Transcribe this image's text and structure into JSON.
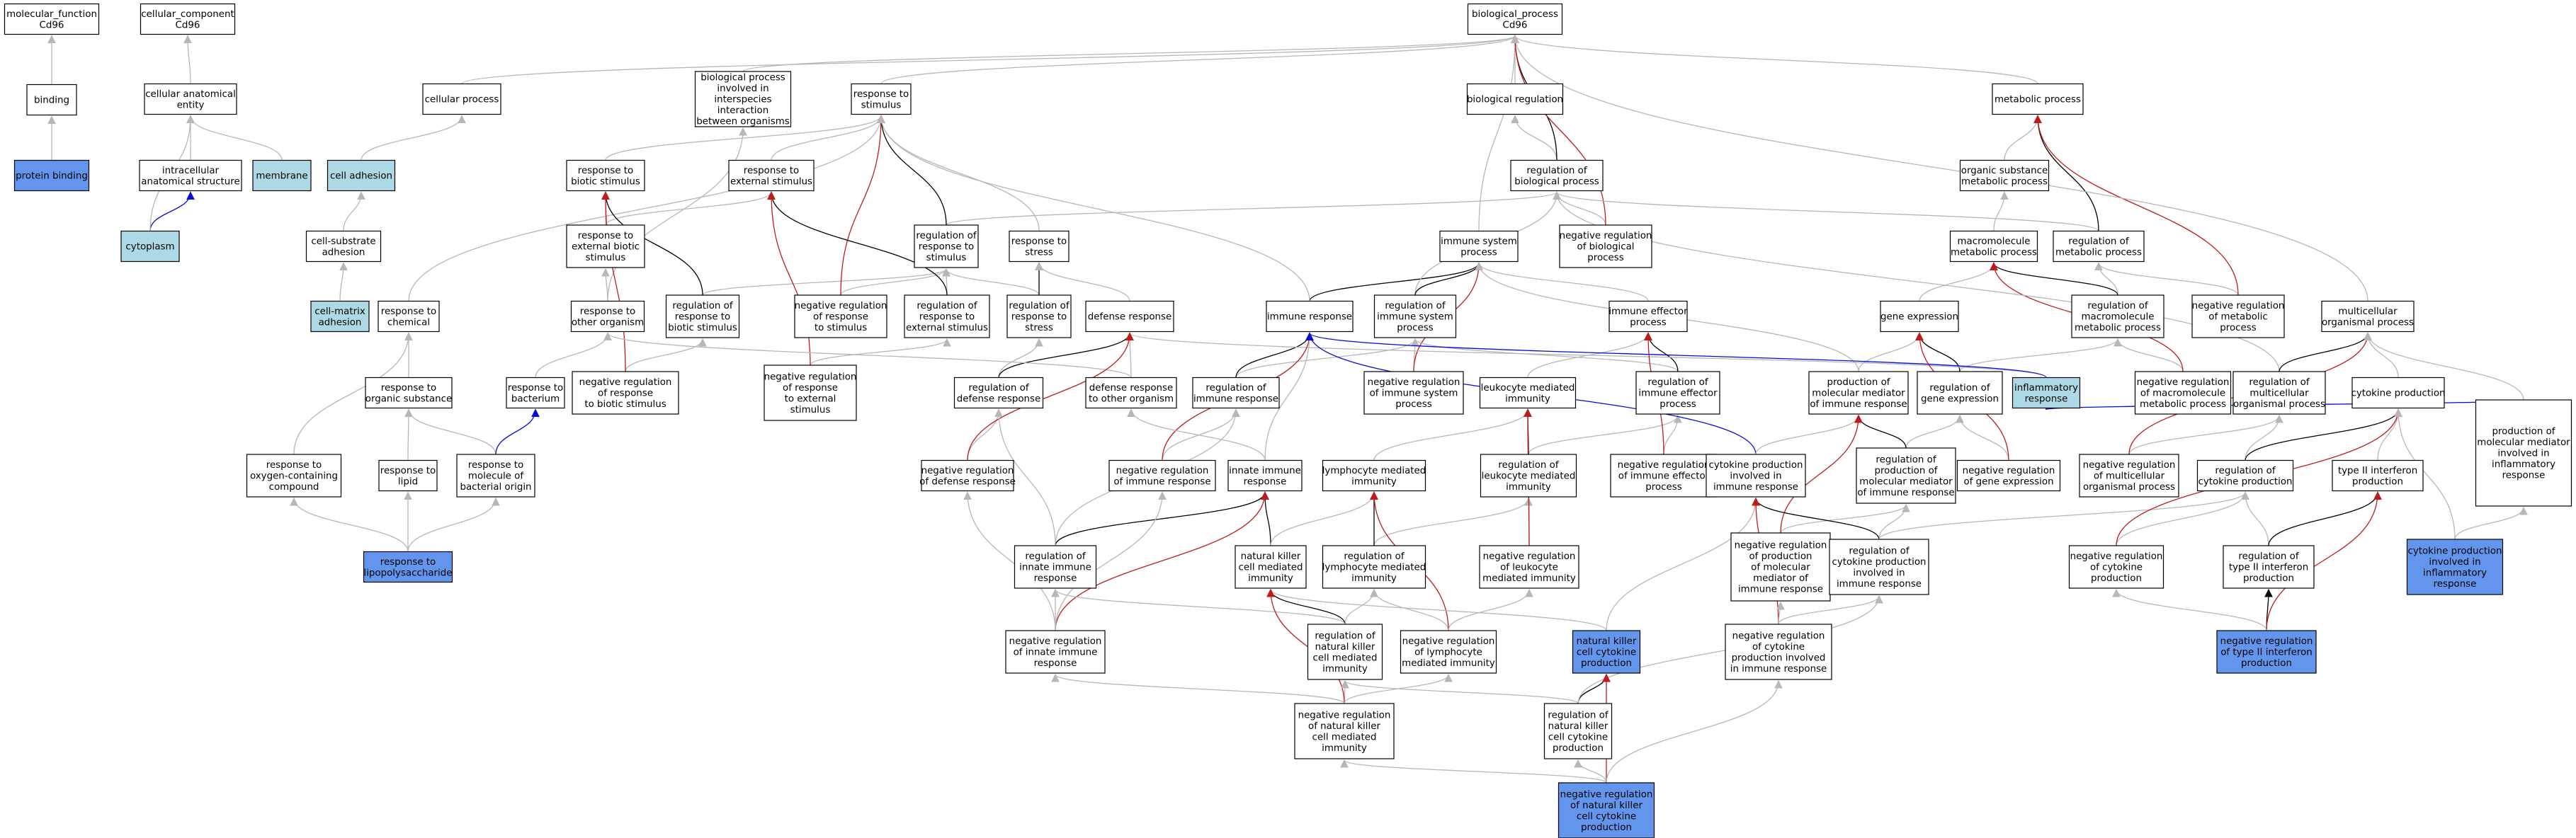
{
  "colors": {
    "node_default": "#ffffff",
    "node_highlight": "#6495ed",
    "node_light": "#add8e6",
    "edge_is_a": "#b7b7b7",
    "edge_part_of": "#000000",
    "edge_negative": "#c21a1a",
    "edge_positive": "#0a0ad6"
  },
  "nodes": {
    "molecular_function": {
      "lines": [
        "molecular_function",
        "Cd96"
      ],
      "style": "default"
    },
    "cellular_component": {
      "lines": [
        "cellular_component",
        "Cd96"
      ],
      "style": "default"
    },
    "binding": {
      "lines": [
        "binding"
      ],
      "style": "default"
    },
    "protein_binding": {
      "lines": [
        "protein binding"
      ],
      "style": "highlight"
    },
    "cellular_anatomical_entity": {
      "lines": [
        "cellular anatomical",
        "entity"
      ],
      "style": "default"
    },
    "intracellular_anatomical_structure": {
      "lines": [
        "intracellular",
        "anatomical structure"
      ],
      "style": "default"
    },
    "membrane": {
      "lines": [
        "membrane"
      ],
      "style": "light"
    },
    "cytoplasm": {
      "lines": [
        "cytoplasm"
      ],
      "style": "light"
    },
    "biological_process": {
      "lines": [
        "biological_process",
        "Cd96"
      ],
      "style": "default"
    },
    "cellular_process": {
      "lines": [
        "cellular process"
      ],
      "style": "default"
    },
    "cell_adhesion": {
      "lines": [
        "cell adhesion"
      ],
      "style": "light"
    },
    "cell_substrate_adhesion": {
      "lines": [
        "cell-substrate",
        "adhesion"
      ],
      "style": "default"
    },
    "cell_matrix_adhesion": {
      "lines": [
        "cell-matrix",
        "adhesion"
      ],
      "style": "light"
    },
    "bp_interspecies": {
      "lines": [
        "biological process",
        "involved in",
        "interspecies",
        "interaction",
        "between organisms"
      ],
      "style": "default"
    },
    "response_to_stimulus": {
      "lines": [
        "response to",
        "stimulus"
      ],
      "style": "default"
    },
    "biological_regulation": {
      "lines": [
        "biological regulation"
      ],
      "style": "default"
    },
    "metabolic_process": {
      "lines": [
        "metabolic process"
      ],
      "style": "default"
    },
    "response_to_biotic_stimulus": {
      "lines": [
        "response to",
        "biotic stimulus"
      ],
      "style": "default"
    },
    "response_to_external_stimulus": {
      "lines": [
        "response to",
        "external stimulus"
      ],
      "style": "default"
    },
    "regulation_of_biological_process": {
      "lines": [
        "regulation of",
        "biological process"
      ],
      "style": "default"
    },
    "organic_substance_metabolic_process": {
      "lines": [
        "organic substance",
        "metabolic process"
      ],
      "style": "default"
    },
    "response_to_external_biotic_stimulus": {
      "lines": [
        "response to",
        "external biotic",
        "stimulus"
      ],
      "style": "default"
    },
    "regulation_of_response_to_stimulus": {
      "lines": [
        "regulation of",
        "response to",
        "stimulus"
      ],
      "style": "default"
    },
    "response_to_stress": {
      "lines": [
        "response to",
        "stress"
      ],
      "style": "default"
    },
    "immune_system_process": {
      "lines": [
        "immune system",
        "process"
      ],
      "style": "default"
    },
    "negative_regulation_of_biological_process": {
      "lines": [
        "negative regulation",
        "of biological",
        "process"
      ],
      "style": "default"
    },
    "macromolecule_metabolic_process": {
      "lines": [
        "macromolecule",
        "metabolic process"
      ],
      "style": "default"
    },
    "regulation_of_metabolic_process": {
      "lines": [
        "regulation of",
        "metabolic process"
      ],
      "style": "default"
    },
    "response_to_chemical": {
      "lines": [
        "response to",
        "chemical"
      ],
      "style": "default"
    },
    "response_to_other_organism": {
      "lines": [
        "response to",
        "other organism"
      ],
      "style": "default"
    },
    "regulation_of_response_to_biotic_stimulus": {
      "lines": [
        "regulation of",
        "response to",
        "biotic stimulus"
      ],
      "style": "default"
    },
    "negative_regulation_of_response_to_stimulus": {
      "lines": [
        "negative regulation",
        "of response",
        "to stimulus"
      ],
      "style": "default"
    },
    "regulation_of_response_to_external_stimulus": {
      "lines": [
        "regulation of",
        "response to",
        "external stimulus"
      ],
      "style": "default"
    },
    "regulation_of_response_to_stress": {
      "lines": [
        "regulation of",
        "response to",
        "stress"
      ],
      "style": "default"
    },
    "defense_response": {
      "lines": [
        "defense response"
      ],
      "style": "default"
    },
    "immune_response": {
      "lines": [
        "immune response"
      ],
      "style": "default"
    },
    "regulation_of_immune_system_process": {
      "lines": [
        "regulation of",
        "immune system",
        "process"
      ],
      "style": "default"
    },
    "immune_effector_process": {
      "lines": [
        "immune effector",
        "process"
      ],
      "style": "default"
    },
    "gene_expression": {
      "lines": [
        "gene expression"
      ],
      "style": "default"
    },
    "regulation_of_macromolecule_metabolic_process": {
      "lines": [
        "regulation of",
        "macromolecule",
        "metabolic process"
      ],
      "style": "default"
    },
    "negative_regulation_of_metabolic_process": {
      "lines": [
        "negative regulation",
        "of metabolic",
        "process"
      ],
      "style": "default"
    },
    "multicellular_organismal_process": {
      "lines": [
        "multicellular",
        "organismal process"
      ],
      "style": "default"
    },
    "response_to_organic_substance": {
      "lines": [
        "response to",
        "organic substance"
      ],
      "style": "default"
    },
    "response_to_bacterium": {
      "lines": [
        "response to",
        "bacterium"
      ],
      "style": "default"
    },
    "negative_regulation_of_response_to_biotic_stimulus": {
      "lines": [
        "negative regulation",
        "of response",
        "to biotic stimulus"
      ],
      "style": "default"
    },
    "negative_regulation_of_response_to_external_stimulus": {
      "lines": [
        "negative regulation",
        "of response",
        "to external",
        "stimulus"
      ],
      "style": "default"
    },
    "regulation_of_defense_response": {
      "lines": [
        "regulation of",
        "defense response"
      ],
      "style": "default"
    },
    "defense_response_to_other_organism": {
      "lines": [
        "defense response",
        "to other organism"
      ],
      "style": "default"
    },
    "regulation_of_immune_response": {
      "lines": [
        "regulation of",
        "immune response"
      ],
      "style": "default"
    },
    "negative_regulation_of_immune_system_process": {
      "lines": [
        "negative regulation",
        "of immune system",
        "process"
      ],
      "style": "default"
    },
    "leukocyte_mediated_immunity": {
      "lines": [
        "leukocyte mediated",
        "immunity"
      ],
      "style": "default"
    },
    "regulation_of_immune_effector_process": {
      "lines": [
        "regulation of",
        "immune effector",
        "process"
      ],
      "style": "default"
    },
    "production_of_molecular_mediator_of_immune_response": {
      "lines": [
        "production of",
        "molecular mediator",
        "of immune response"
      ],
      "style": "default"
    },
    "regulation_of_gene_expression": {
      "lines": [
        "regulation of",
        "gene expression"
      ],
      "style": "default"
    },
    "inflammatory_response": {
      "lines": [
        "inflammatory",
        "response"
      ],
      "style": "light"
    },
    "negative_regulation_of_macromolecule_metabolic_process": {
      "lines": [
        "negative regulation",
        "of macromolecule",
        "metabolic process"
      ],
      "style": "default"
    },
    "regulation_of_multicellular_organismal_process": {
      "lines": [
        "regulation of",
        "multicellular",
        "organismal process"
      ],
      "style": "default"
    },
    "cytokine_production": {
      "lines": [
        "cytokine production"
      ],
      "style": "default"
    },
    "response_to_oxygen_containing_compound": {
      "lines": [
        "response to",
        "oxygen-containing",
        "compound"
      ],
      "style": "default"
    },
    "response_to_lipid": {
      "lines": [
        "response to",
        "lipid"
      ],
      "style": "default"
    },
    "response_to_molecule_of_bacterial_origin": {
      "lines": [
        "response to",
        "molecule of",
        "bacterial origin"
      ],
      "style": "default"
    },
    "negative_regulation_of_defense_response": {
      "lines": [
        "negative regulation",
        "of defense response"
      ],
      "style": "default"
    },
    "negative_regulation_of_immune_response": {
      "lines": [
        "negative regulation",
        "of immune response"
      ],
      "style": "default"
    },
    "innate_immune_response": {
      "lines": [
        "innate immune",
        "response"
      ],
      "style": "default"
    },
    "lymphocyte_mediated_immunity": {
      "lines": [
        "lymphocyte mediated",
        "immunity"
      ],
      "style": "default"
    },
    "regulation_of_leukocyte_mediated_immunity": {
      "lines": [
        "regulation of",
        "leukocyte mediated",
        "immunity"
      ],
      "style": "default"
    },
    "negative_regulation_of_immune_effector_process": {
      "lines": [
        "negative regulation",
        "of immune effector",
        "process"
      ],
      "style": "default"
    },
    "cytokine_production_involved_in_immune_response": {
      "lines": [
        "cytokine production",
        "involved in",
        "immune response"
      ],
      "style": "default"
    },
    "regulation_of_production_of_molecular_mediator_of_immune_response": {
      "lines": [
        "regulation of",
        "production of",
        "molecular mediator",
        "of immune response"
      ],
      "style": "default"
    },
    "regulation_of_gene_expression_negative": {
      "lines": [
        "negative regulation",
        "of gene expression"
      ],
      "style": "default"
    },
    "negative_regulation_of_multicellular_organismal_process": {
      "lines": [
        "negative regulation",
        "of multicellular",
        "organismal process"
      ],
      "style": "default"
    },
    "regulation_of_cytokine_production": {
      "lines": [
        "regulation of",
        "cytokine production"
      ],
      "style": "default"
    },
    "type_ii_interferon_production": {
      "lines": [
        "type II interferon",
        "production"
      ],
      "style": "default"
    },
    "production_of_molecular_mediator_involved_in_inflammatory_response": {
      "lines": [
        "production of",
        "molecular mediator",
        "involved in",
        "inflammatory",
        "response"
      ],
      "style": "default"
    },
    "response_to_lipopolysaccharide": {
      "lines": [
        "response to",
        "lipopolysaccharide"
      ],
      "style": "highlight"
    },
    "regulation_of_innate_immune_response": {
      "lines": [
        "regulation of",
        "innate immune",
        "response"
      ],
      "style": "default"
    },
    "natural_killer_cell_mediated_immunity": {
      "lines": [
        "natural killer",
        "cell mediated",
        "immunity"
      ],
      "style": "default"
    },
    "regulation_of_lymphocyte_mediated_immunity": {
      "lines": [
        "regulation of",
        "lymphocyte mediated",
        "immunity"
      ],
      "style": "default"
    },
    "negative_regulation_of_leukocyte_mediated_immunity": {
      "lines": [
        "negative regulation",
        "of leukocyte",
        "mediated immunity"
      ],
      "style": "default"
    },
    "negative_regulation_of_production_of_molecular_mediator": {
      "lines": [
        "negative regulation",
        "of production",
        "of molecular",
        "mediator of",
        "immune response"
      ],
      "style": "default"
    },
    "regulation_of_cytokine_production_involved_in_immune_response": {
      "lines": [
        "regulation of",
        "cytokine production",
        "involved in",
        "immune response"
      ],
      "style": "default"
    },
    "negative_regulation_of_cytokine_production": {
      "lines": [
        "negative regulation",
        "of cytokine",
        "production"
      ],
      "style": "default"
    },
    "regulation_of_type_ii_interferon_production": {
      "lines": [
        "regulation of",
        "type II interferon",
        "production"
      ],
      "style": "default"
    },
    "cytokine_production_involved_in_inflammatory_response": {
      "lines": [
        "cytokine production",
        "involved in",
        "inflammatory",
        "response"
      ],
      "style": "highlight"
    },
    "negative_regulation_of_innate_immune_response": {
      "lines": [
        "negative regulation",
        "of innate immune",
        "response"
      ],
      "style": "default"
    },
    "regulation_of_natural_killer_cell_mediated_immunity": {
      "lines": [
        "regulation of",
        "natural killer",
        "cell mediated",
        "immunity"
      ],
      "style": "default"
    },
    "negative_regulation_of_lymphocyte_mediated_immunity": {
      "lines": [
        "negative regulation",
        "of lymphocyte",
        "mediated immunity"
      ],
      "style": "default"
    },
    "natural_killer_cell_cytokine_production": {
      "lines": [
        "natural killer",
        "cell cytokine",
        "production"
      ],
      "style": "highlight"
    },
    "negative_regulation_of_cytokine_production_involved_in_immune_response": {
      "lines": [
        "negative regulation",
        "of cytokine",
        "production involved",
        "in immune response"
      ],
      "style": "default"
    },
    "negative_regulation_of_type_ii_interferon_production": {
      "lines": [
        "negative regulation",
        "of type II interferon",
        "production"
      ],
      "style": "highlight"
    },
    "negative_regulation_of_natural_killer_cell_mediated_immunity": {
      "lines": [
        "negative regulation",
        "of natural killer",
        "cell mediated",
        "immunity"
      ],
      "style": "default"
    },
    "regulation_of_natural_killer_cell_cytokine_production": {
      "lines": [
        "regulation of",
        "natural killer",
        "cell cytokine",
        "production"
      ],
      "style": "default"
    },
    "negative_regulation_of_natural_killer_cell_cytokine_production": {
      "lines": [
        "negative regulation",
        "of natural killer",
        "cell cytokine",
        "production"
      ],
      "style": "highlight"
    }
  }
}
